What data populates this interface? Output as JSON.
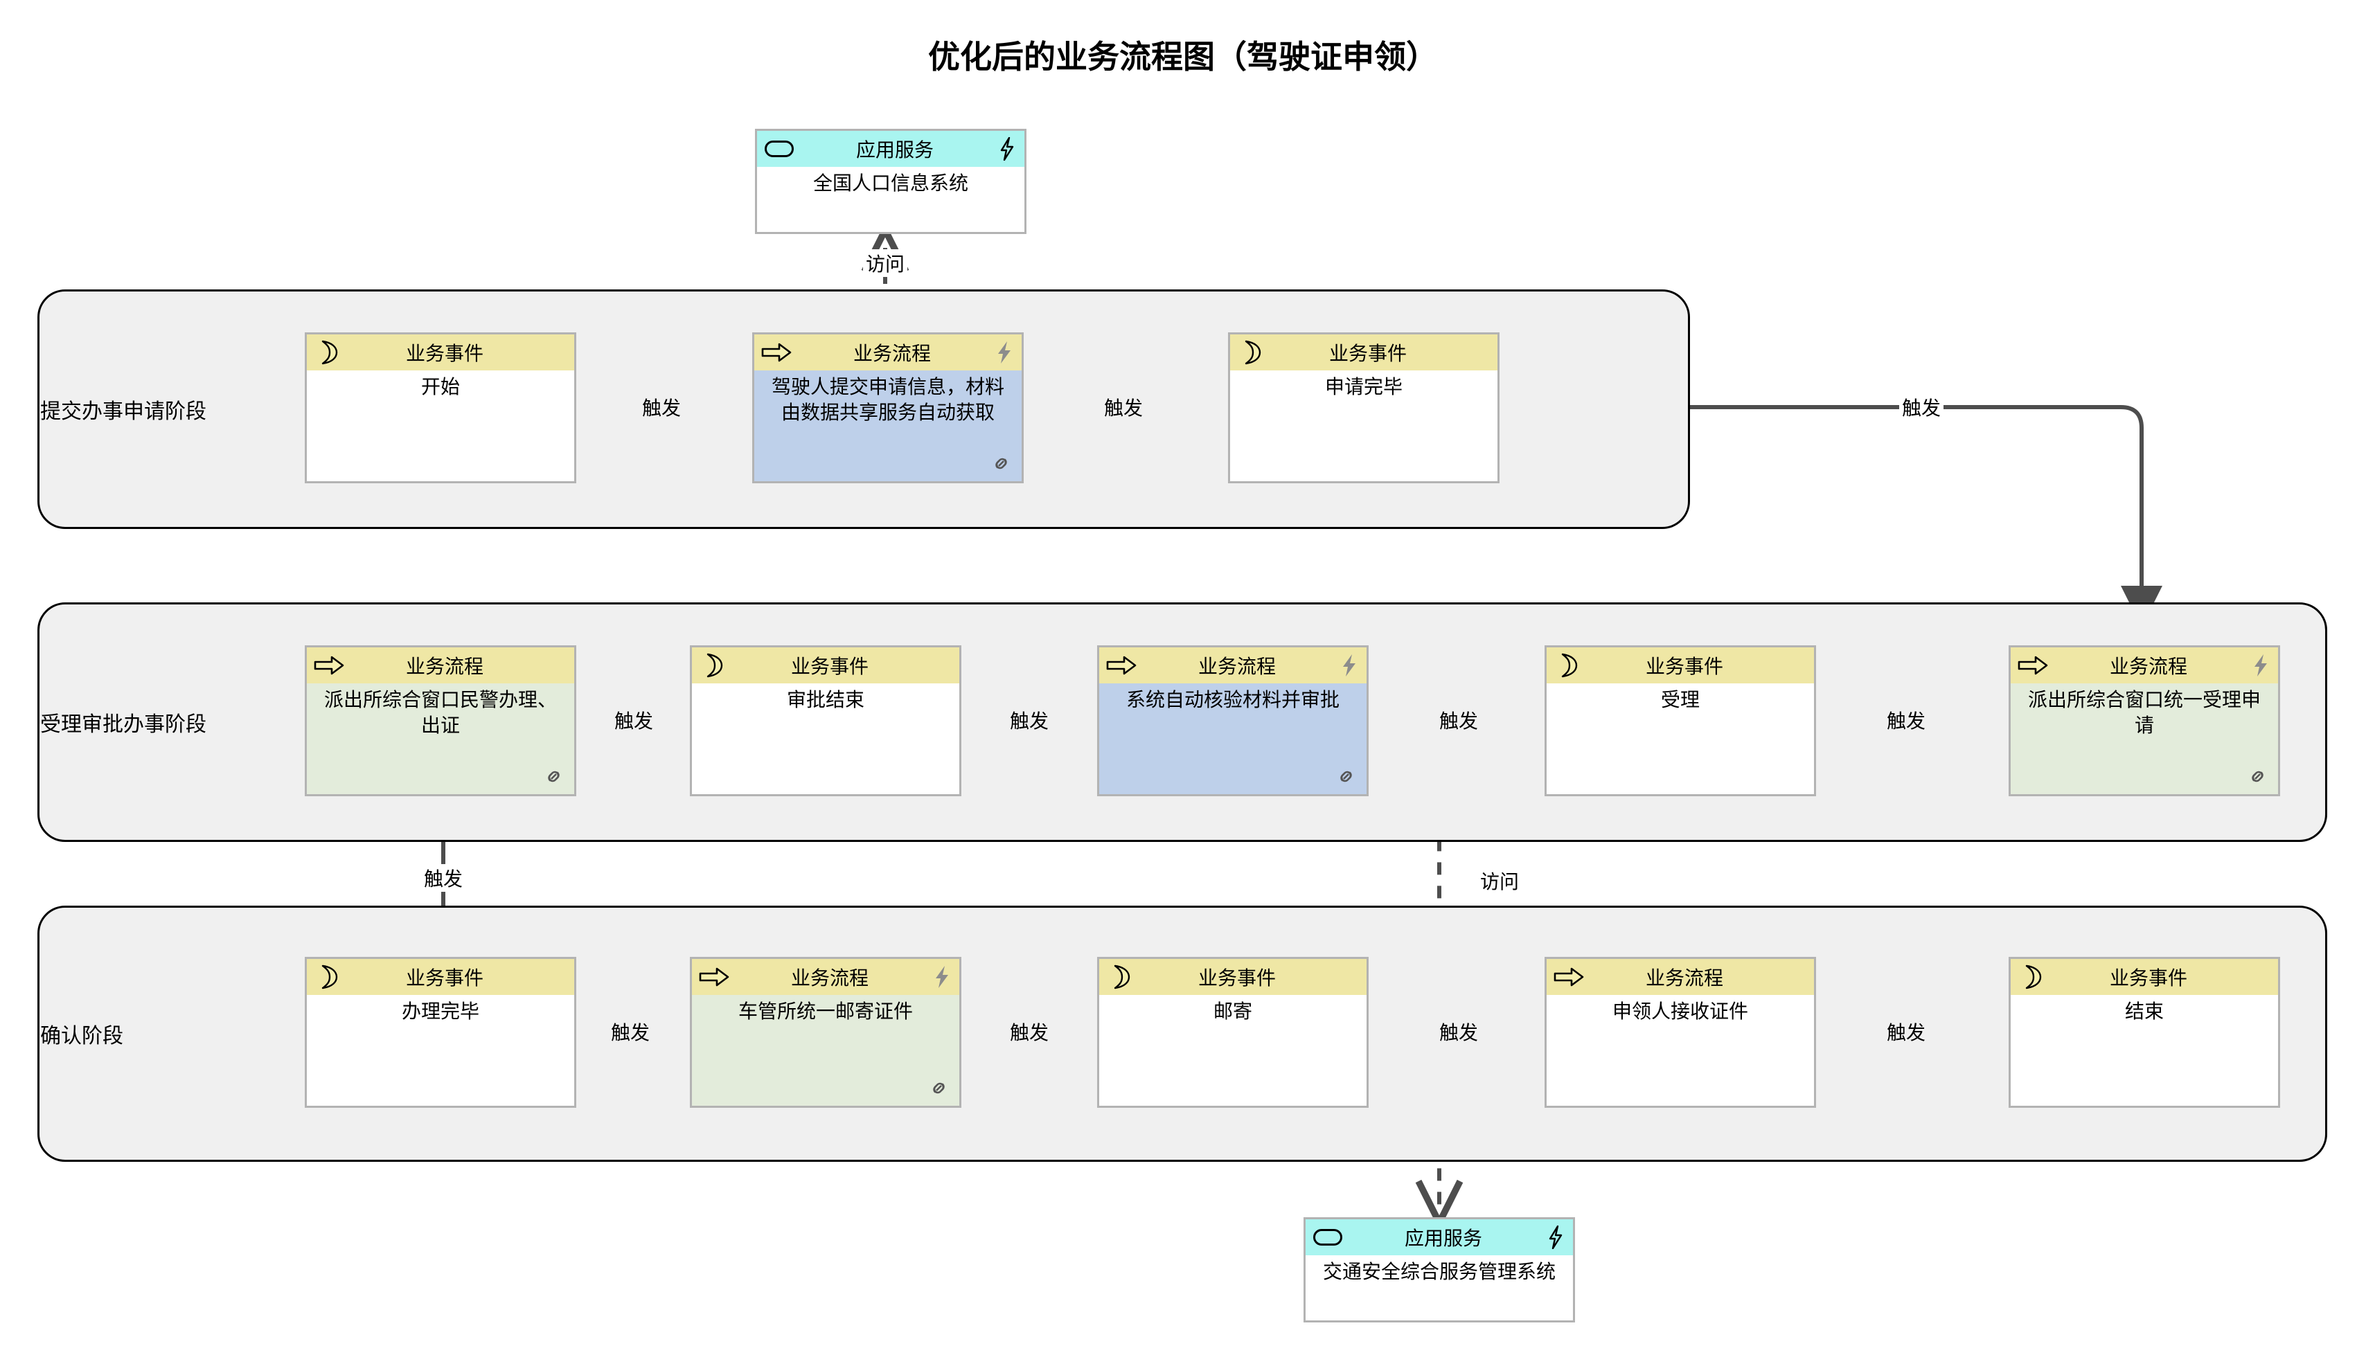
{
  "title": "优化后的业务流程图（驾驶证申领）",
  "legend": {
    "event_type": "业务事件",
    "process_type": "业务流程",
    "service_type": "应用服务"
  },
  "colors": {
    "header_yellow": "#efe7a5",
    "header_cyan": "#a9f5f0",
    "body_blue": "#bed0ea",
    "body_green": "#e3ecdb",
    "body_white": "#ffffff",
    "phase_fill": "#f0f0f0",
    "node_border": "#b3b3b3",
    "connector": "#4d4d4d"
  },
  "phases": [
    {
      "id": "phase1",
      "label": "提交办事申请阶段"
    },
    {
      "id": "phase2",
      "label": "受理审批办事阶段"
    },
    {
      "id": "phase3",
      "label": "确认阶段"
    }
  ],
  "services": [
    {
      "id": "svc_top",
      "type": "应用服务",
      "name": "全国人口信息系统",
      "icon": "rounded-rectangle-icon",
      "badge": "lightning-outline-icon"
    },
    {
      "id": "svc_bottom",
      "type": "应用服务",
      "name": "交通安全综合服务管理系统",
      "icon": "rounded-rectangle-icon",
      "badge": "lightning-outline-icon"
    }
  ],
  "nodes": [
    {
      "id": "n1",
      "type": "业务事件",
      "name": "开始",
      "icon": "crescent-moon-icon",
      "body": "white",
      "badge": "",
      "link": false
    },
    {
      "id": "n2",
      "type": "业务流程",
      "name": "驾驶人提交申请信息，材料由数据共享服务自动获取",
      "icon": "right-arrow-icon",
      "body": "blue",
      "badge": "lightning-filled-icon",
      "link": true
    },
    {
      "id": "n3",
      "type": "业务事件",
      "name": "申请完毕",
      "icon": "crescent-moon-icon",
      "body": "white",
      "badge": "",
      "link": false
    },
    {
      "id": "n4",
      "type": "业务流程",
      "name": "派出所综合窗口民警办理、出证",
      "icon": "right-arrow-icon",
      "body": "green",
      "badge": "",
      "link": true
    },
    {
      "id": "n5",
      "type": "业务事件",
      "name": "审批结束",
      "icon": "crescent-moon-icon",
      "body": "white",
      "badge": "",
      "link": false
    },
    {
      "id": "n6",
      "type": "业务流程",
      "name": "系统自动核验材料并审批",
      "icon": "right-arrow-icon",
      "body": "blue",
      "badge": "lightning-filled-icon",
      "link": true
    },
    {
      "id": "n7",
      "type": "业务事件",
      "name": "受理",
      "icon": "crescent-moon-icon",
      "body": "white",
      "badge": "",
      "link": false
    },
    {
      "id": "n8",
      "type": "业务流程",
      "name": "派出所综合窗口统一受理申请",
      "icon": "right-arrow-icon",
      "body": "green",
      "badge": "lightning-filled-icon",
      "link": true
    },
    {
      "id": "n9",
      "type": "业务事件",
      "name": "办理完毕",
      "icon": "crescent-moon-icon",
      "body": "white",
      "badge": "",
      "link": false
    },
    {
      "id": "n10",
      "type": "业务流程",
      "name": "车管所统一邮寄证件",
      "icon": "right-arrow-icon",
      "body": "green",
      "badge": "lightning-filled-icon",
      "link": true
    },
    {
      "id": "n11",
      "type": "业务事件",
      "name": "邮寄",
      "icon": "crescent-moon-icon",
      "body": "white",
      "badge": "",
      "link": false
    },
    {
      "id": "n12",
      "type": "业务流程",
      "name": "申领人接收证件",
      "icon": "right-arrow-icon",
      "body": "white",
      "badge": "",
      "link": false
    },
    {
      "id": "n13",
      "type": "业务事件",
      "name": "结束",
      "icon": "crescent-moon-icon",
      "body": "white",
      "badge": "",
      "link": false
    }
  ],
  "edges": [
    {
      "id": "e1",
      "label": "触发",
      "from": "n1",
      "to": "n2",
      "style": "solid"
    },
    {
      "id": "e2",
      "label": "触发",
      "from": "n2",
      "to": "n3",
      "style": "solid"
    },
    {
      "id": "e3",
      "label": "触发",
      "from": "n3",
      "to": "n8",
      "style": "solid"
    },
    {
      "id": "e4",
      "label": "触发",
      "from": "n8",
      "to": "n7",
      "style": "solid"
    },
    {
      "id": "e5",
      "label": "触发",
      "from": "n7",
      "to": "n6",
      "style": "solid"
    },
    {
      "id": "e6",
      "label": "触发",
      "from": "n6",
      "to": "n5",
      "style": "solid"
    },
    {
      "id": "e7",
      "label": "触发",
      "from": "n5",
      "to": "n4",
      "style": "solid"
    },
    {
      "id": "e8",
      "label": "触发",
      "from": "n4",
      "to": "n9",
      "style": "solid"
    },
    {
      "id": "e9",
      "label": "触发",
      "from": "n9",
      "to": "n10",
      "style": "solid"
    },
    {
      "id": "e10",
      "label": "触发",
      "from": "n10",
      "to": "n11",
      "style": "solid"
    },
    {
      "id": "e11",
      "label": "触发",
      "from": "n11",
      "to": "n12",
      "style": "solid"
    },
    {
      "id": "e12",
      "label": "触发",
      "from": "n12",
      "to": "n13",
      "style": "solid"
    },
    {
      "id": "e13",
      "label": "访问",
      "from": "n2",
      "to": "svc_top",
      "style": "dashed"
    },
    {
      "id": "e14",
      "label": "访问",
      "from": "n6",
      "to": "svc_bottom",
      "style": "dashed"
    }
  ],
  "edge_labels": {
    "l1": "触发",
    "l2": "触发",
    "l3": "触发",
    "l4": "触发",
    "l5": "触发",
    "l6": "触发",
    "l7": "触发",
    "l8": "触发",
    "l9": "触发",
    "l10": "触发",
    "l11": "触发",
    "l12": "触发",
    "a1": "访问",
    "a2": "访问"
  }
}
